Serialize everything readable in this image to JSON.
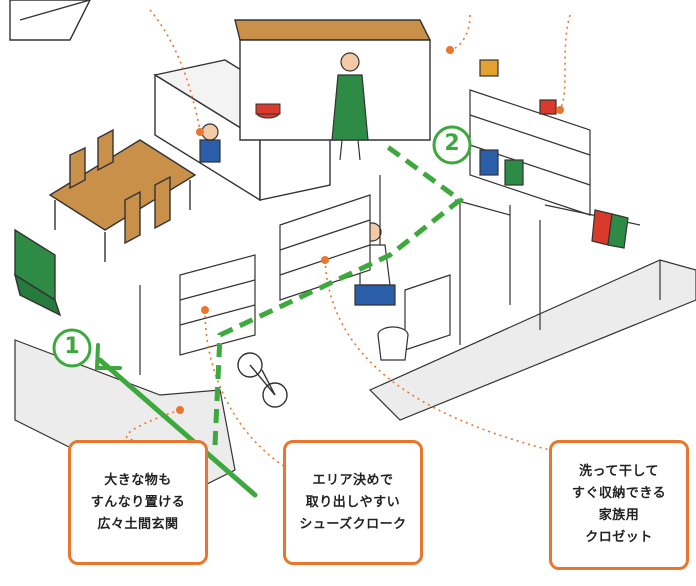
{
  "routes": [
    {
      "number": "1",
      "kind": "solid"
    },
    {
      "number": "2",
      "kind": "dashed"
    }
  ],
  "callouts": [
    {
      "lines": [
        "大きな物も",
        "すんなり置ける",
        "広々土間玄関"
      ]
    },
    {
      "lines": [
        "エリア決めで",
        "取り出しやすい",
        "シューズクローク"
      ]
    },
    {
      "lines": [
        "洗って干して",
        "すぐ収納できる",
        "家族用",
        "クロゼット"
      ]
    }
  ],
  "colors": {
    "route_green": "#3da83d",
    "callout_border": "#e8762c",
    "leader_dots": "#e8762c",
    "floor": "#ececec",
    "line": "#333333",
    "sofa": "#2e8b46",
    "table": "#c9904a"
  }
}
